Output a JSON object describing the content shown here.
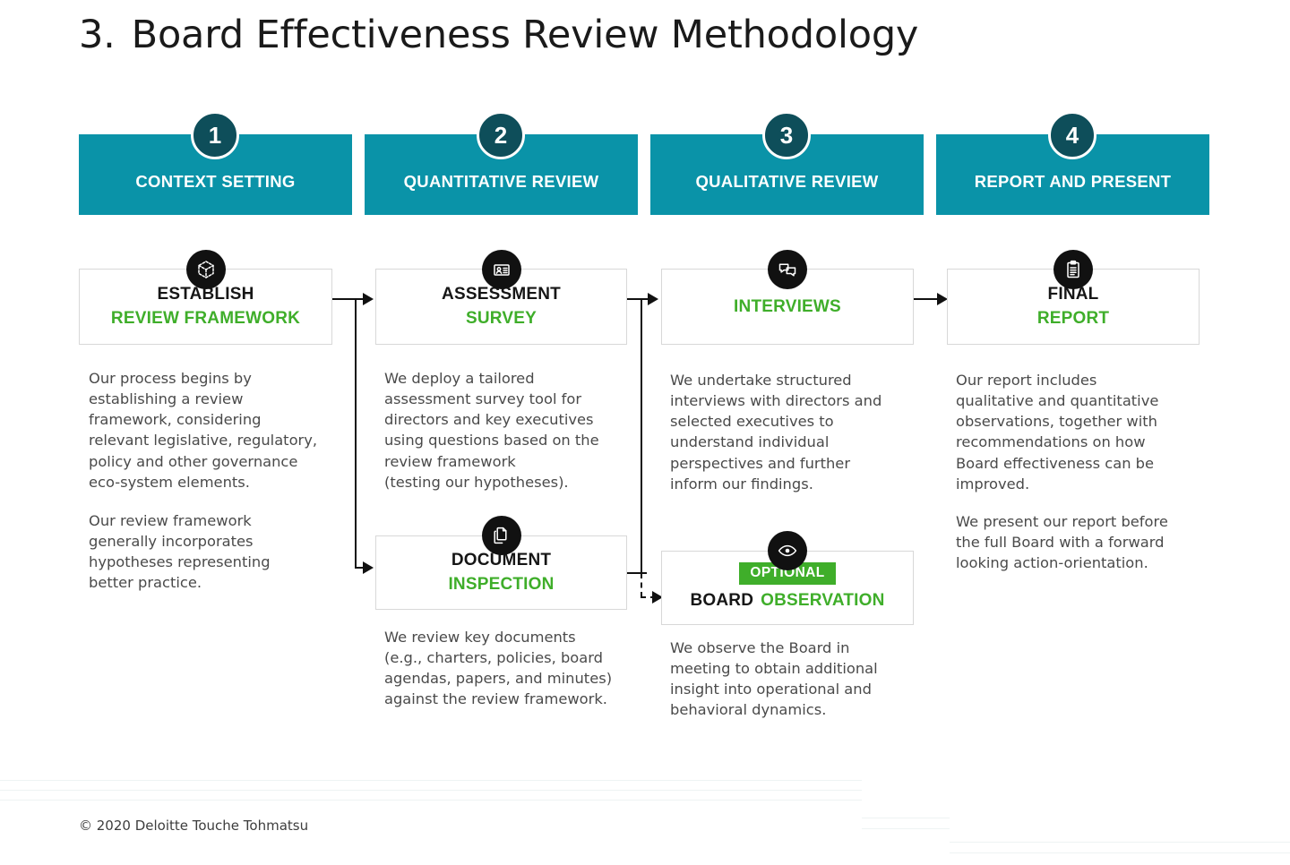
{
  "title": {
    "number": "3.",
    "text": "Board Effectiveness Review Methodology"
  },
  "colors": {
    "phase_bar": "#0a93a8",
    "phase_badge": "#0e4e5a",
    "accent_green": "#3fae2a",
    "icon_circle": "#111111",
    "body_text": "#4a4a4a"
  },
  "phases": [
    {
      "number": "1",
      "label": "CONTEXT SETTING"
    },
    {
      "number": "2",
      "label": "QUANTITATIVE REVIEW"
    },
    {
      "number": "3",
      "label": "QUALITATIVE REVIEW"
    },
    {
      "number": "4",
      "label": "REPORT AND PRESENT"
    }
  ],
  "steps": [
    {
      "icon": "cube-icon",
      "title_line1": "ESTABLISH",
      "title_line2": "REVIEW FRAMEWORK",
      "badge": "",
      "body": "Our process begins by\nestablishing a review\nframework, considering\nrelevant legislative, regulatory,\npolicy and other governance\neco-system elements.",
      "body2": "Our review framework\ngenerally incorporates\nhypotheses representing\nbetter practice."
    },
    {
      "icon": "survey-card-icon",
      "title_line1": "ASSESSMENT",
      "title_line2": "SURVEY",
      "badge": "",
      "body": "We deploy a tailored\nassessment survey tool for\ndirectors and key executives\nusing questions based on the\nreview framework\n(testing our hypotheses).",
      "body2": ""
    },
    {
      "icon": "speech-bubbles-icon",
      "title_line1": "",
      "title_line2": "INTERVIEWS",
      "badge": "",
      "body": "We undertake structured\ninterviews with directors and\nselected executives to\nunderstand individual\nperspectives and further\ninform our findings.",
      "body2": ""
    },
    {
      "icon": "clipboard-icon",
      "title_line1": "FINAL",
      "title_line2": "REPORT",
      "badge": "",
      "body": "Our report includes\nqualitative and quantitative\nobservations, together with\nrecommendations on how\nBoard effectiveness can be\nimproved.",
      "body2": "We present our report before\nthe full Board with a forward\nlooking action-orientation."
    },
    {
      "icon": "documents-icon",
      "title_line1": "DOCUMENT",
      "title_line2": "INSPECTION",
      "badge": "",
      "body": "We review key documents\n(e.g., charters, policies, board\nagendas, papers, and minutes)\nagainst the review framework.",
      "body2": ""
    },
    {
      "icon": "eye-icon",
      "title_line1": "BOARD",
      "title_line2": "OBSERVATION",
      "badge": "OPTIONAL",
      "body": "We observe the Board in\nmeeting to obtain additional\ninsight into operational and\nbehavioral dynamics.",
      "body2": ""
    }
  ],
  "footer": {
    "copyright": "© 2020 Deloitte Touche Tohmatsu"
  }
}
